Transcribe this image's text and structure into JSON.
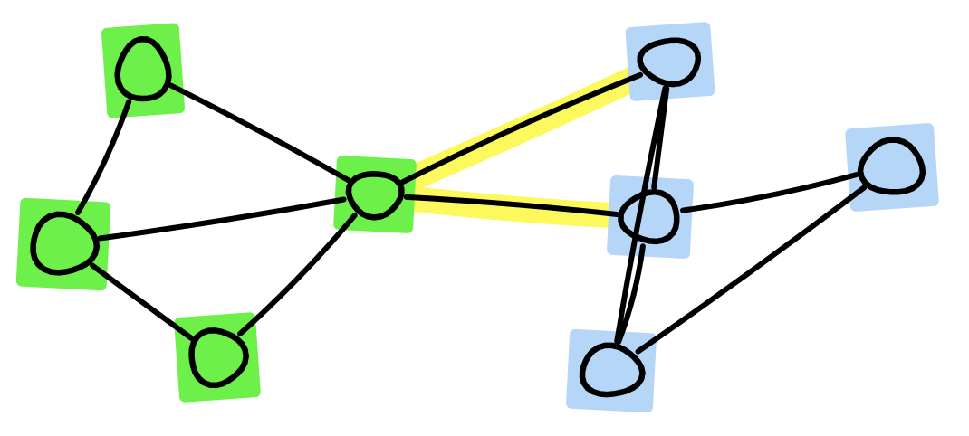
{
  "graph": {
    "type": "network",
    "colors": {
      "cluster_a": "#6df04a",
      "cluster_b": "#b6d6f7",
      "bridge_highlight": "#fbf94d",
      "ink": "#000000"
    },
    "nodes": [
      {
        "id": "g1",
        "group": "cluster_a"
      },
      {
        "id": "g2",
        "group": "cluster_a"
      },
      {
        "id": "g3",
        "group": "cluster_a"
      },
      {
        "id": "g4",
        "group": "cluster_a"
      },
      {
        "id": "b1",
        "group": "cluster_b"
      },
      {
        "id": "b2",
        "group": "cluster_b"
      },
      {
        "id": "b3",
        "group": "cluster_b"
      },
      {
        "id": "b4",
        "group": "cluster_b"
      }
    ],
    "edges": [
      {
        "from": "g1",
        "to": "g2"
      },
      {
        "from": "g1",
        "to": "g4"
      },
      {
        "from": "g2",
        "to": "g3"
      },
      {
        "from": "g2",
        "to": "g4"
      },
      {
        "from": "g3",
        "to": "g4"
      },
      {
        "from": "g4",
        "to": "b1",
        "highlighted": true
      },
      {
        "from": "g4",
        "to": "b2",
        "highlighted": true
      },
      {
        "from": "b1",
        "to": "b2"
      },
      {
        "from": "b1",
        "to": "b4"
      },
      {
        "from": "b2",
        "to": "b3"
      },
      {
        "from": "b2",
        "to": "b4"
      },
      {
        "from": "b3",
        "to": "b4"
      }
    ]
  }
}
